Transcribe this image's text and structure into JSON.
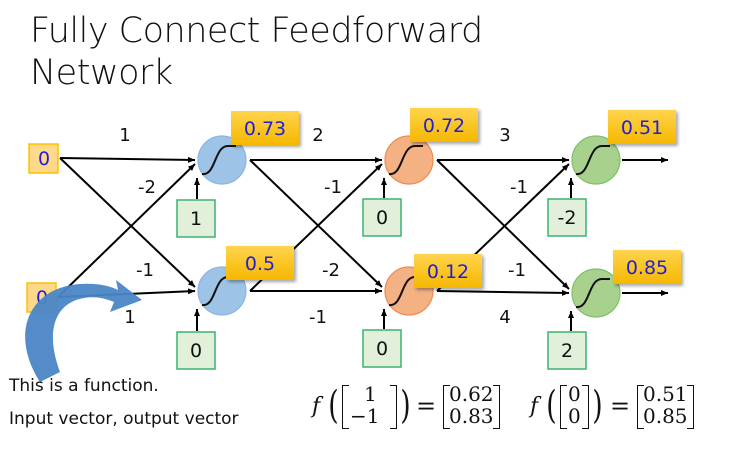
{
  "title": {
    "line1": "Fully Connect Feedforward",
    "line2": "Network"
  },
  "inputs": [
    {
      "id": "x1",
      "value": "0"
    },
    {
      "id": "x2",
      "value": "0"
    }
  ],
  "layers": [
    {
      "color": "#9dc3e6",
      "stroke": "#8db4e2",
      "neurons": [
        {
          "id": "l1n1",
          "bias": "1",
          "output": "0.73"
        },
        {
          "id": "l1n2",
          "bias": "0",
          "output": "0.5"
        }
      ]
    },
    {
      "color": "#f4b183",
      "stroke": "#f08a50",
      "neurons": [
        {
          "id": "l2n1",
          "bias": "0",
          "output": "0.72"
        },
        {
          "id": "l2n2",
          "bias": "0",
          "output": "0.12"
        }
      ]
    },
    {
      "color": "#a9d18e",
      "stroke": "#7fbf6a",
      "neurons": [
        {
          "id": "l3n1",
          "bias": "-2",
          "output": "0.51"
        },
        {
          "id": "l3n2",
          "bias": "2",
          "output": "0.85"
        }
      ]
    }
  ],
  "weights": {
    "stage1": {
      "top_top": "1",
      "bottom_top": "-2",
      "top_bottom": "-1",
      "bottom_bottom": "1"
    },
    "stage2": {
      "top_top": "2",
      "bottom_top": "-1",
      "top_bottom": "-2",
      "bottom_bottom": "-1"
    },
    "stage3": {
      "top_top": "3",
      "bottom_top": "-1",
      "top_bottom": "-1",
      "bottom_bottom": "4"
    }
  },
  "colors": {
    "input_fill": "#ffd98a",
    "input_border": "#ffc000",
    "output_fill": "#ffc000",
    "bias_fill": "#e2efda",
    "bias_border": "#3cb371",
    "value_text": "#1f1fdd",
    "arrow_blue": "#4a86c5"
  },
  "caption": {
    "line1": "This is a function.",
    "line2": "Input vector, output vector"
  },
  "equations": [
    {
      "fn": "f",
      "input": [
        "1",
        "−1"
      ],
      "output": [
        "0.62",
        "0.83"
      ]
    },
    {
      "fn": "f",
      "input": [
        "0",
        "0"
      ],
      "output": [
        "0.51",
        "0.85"
      ]
    }
  ]
}
